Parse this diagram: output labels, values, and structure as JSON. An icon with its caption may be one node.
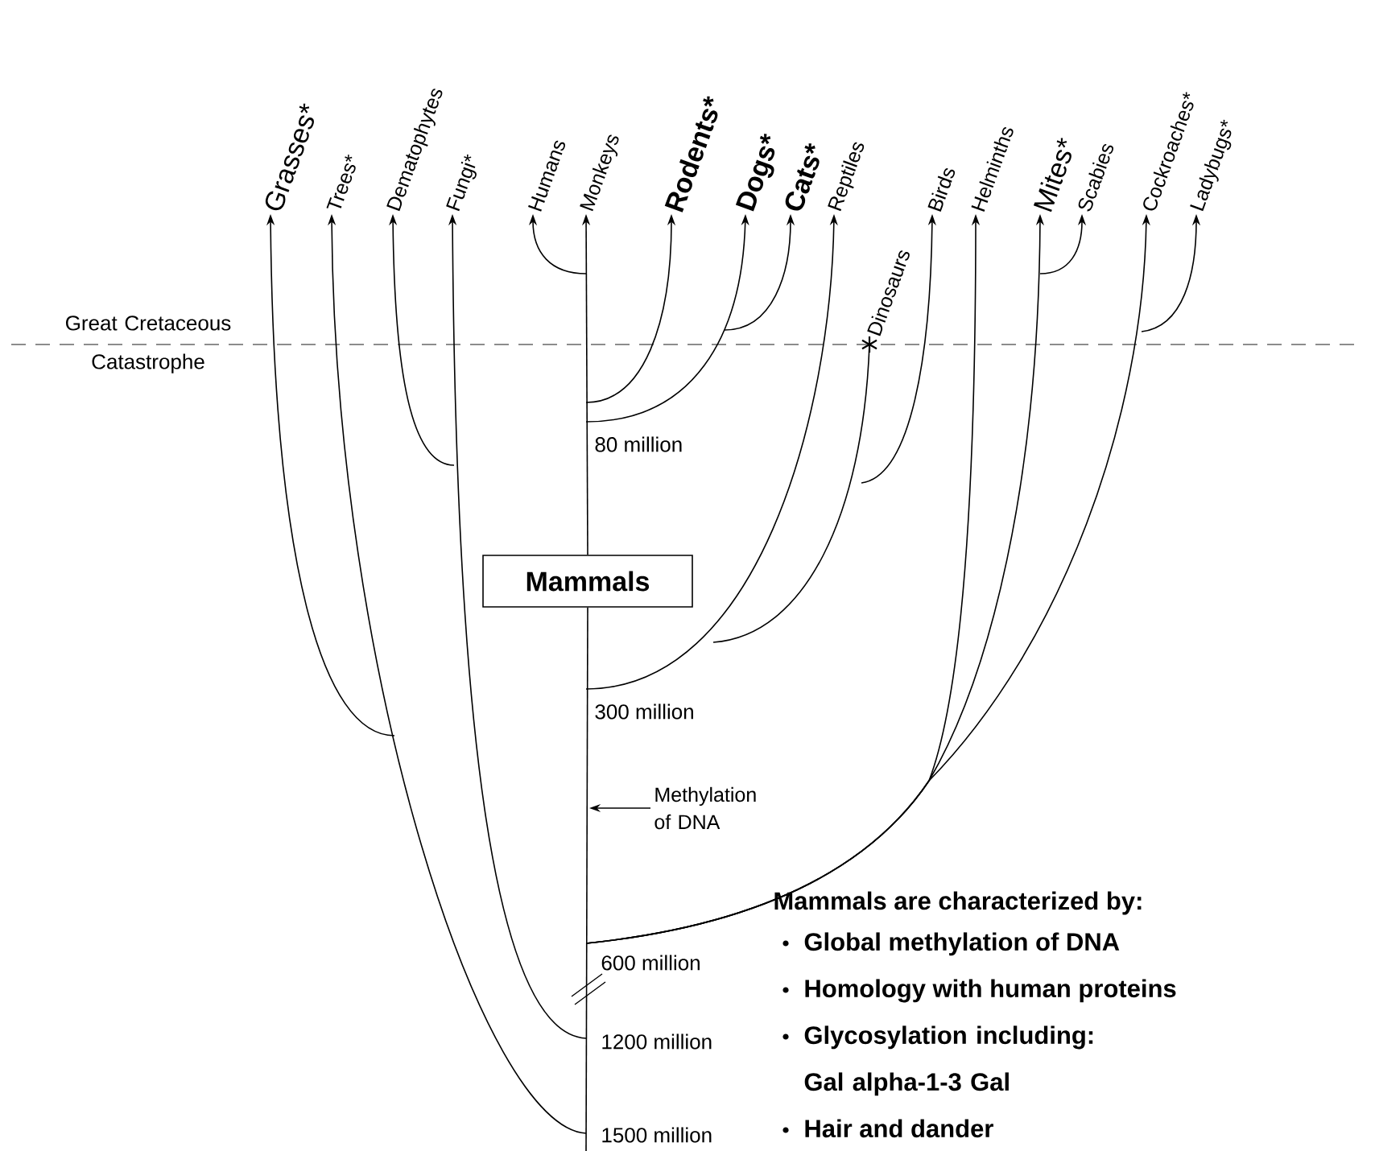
{
  "diagram": {
    "nodes": [
      {
        "text": [
          "Grasses*"
        ]
      },
      {
        "text": [
          "Trees*"
        ]
      },
      {
        "text": [
          "Dematophytes"
        ]
      },
      {
        "text": [
          "Fungi*"
        ]
      },
      {
        "text": [
          "Humans"
        ]
      },
      {
        "text": [
          "Monkeys"
        ]
      },
      {
        "text": [
          "Rodents*"
        ]
      },
      {
        "text": [
          "Dogs*"
        ]
      },
      {
        "text": [
          "Cats*"
        ]
      },
      {
        "text": [
          "Reptiles"
        ]
      },
      {
        "text": [
          "Dinosaurs"
        ]
      },
      {
        "text": [
          "Birds"
        ]
      },
      {
        "text": [
          "Helminths"
        ]
      },
      {
        "text": [
          "Mites*"
        ]
      },
      {
        "text": [
          "Scabies"
        ]
      },
      {
        "text": [
          "Cockroaches*"
        ]
      },
      {
        "text": [
          "Ladybugs*"
        ]
      },
      {
        "text": [
          "Mammals"
        ]
      },
      {
        "text": [
          "Methylation of DNA"
        ]
      }
    ],
    "edges": [
      {
        "from": null,
        "to": 0,
        "arrow": "to"
      },
      {
        "from": null,
        "to": 1,
        "arrow": "to"
      },
      {
        "from": null,
        "to": 2,
        "arrow": "to"
      },
      {
        "from": null,
        "to": 3,
        "arrow": "to"
      },
      {
        "from": null,
        "to": 4,
        "arrow": "to"
      },
      {
        "from": 17,
        "to": 5,
        "arrow": "to"
      },
      {
        "from": null,
        "to": 17,
        "arrow": "none"
      },
      {
        "from": null,
        "to": 6,
        "arrow": "to"
      },
      {
        "from": null,
        "to": 7,
        "arrow": "to"
      },
      {
        "from": null,
        "to": 8,
        "arrow": "to"
      },
      {
        "from": null,
        "to": 9,
        "arrow": "to"
      },
      {
        "from": null,
        "to": 10,
        "arrow": "none"
      },
      {
        "from": null,
        "to": 11,
        "arrow": "to"
      },
      {
        "from": null,
        "to": 12,
        "arrow": "to"
      },
      {
        "from": null,
        "to": 13,
        "arrow": "to"
      },
      {
        "from": null,
        "to": 14,
        "arrow": "to"
      },
      {
        "from": null,
        "to": 15,
        "arrow": "to"
      },
      {
        "from": null,
        "to": 16,
        "arrow": "to"
      },
      {
        "from": 18,
        "to": null,
        "arrow": "to"
      }
    ],
    "labels": [
      "Great Cretaceous Catastrophe",
      "80 million",
      "300 million",
      "600 million",
      "1200 million",
      "1500 million",
      "Mammals are characterized by:",
      "Global methylation of DNA",
      "Homology with human proteins",
      "Glycosylation including: Gal alpha-1-3 Gal",
      "Hair and dander"
    ]
  }
}
